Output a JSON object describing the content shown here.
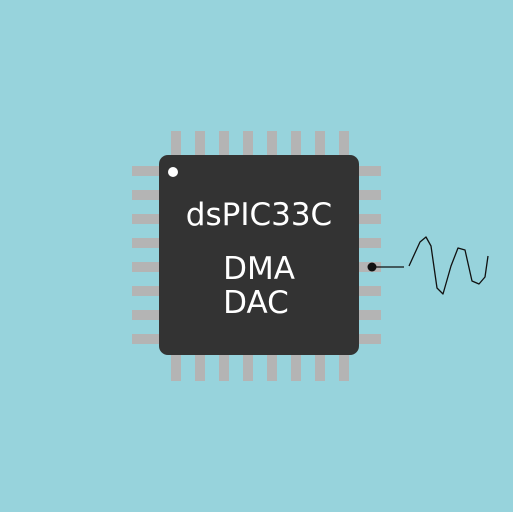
{
  "chip": {
    "part_number": "dsPIC33C",
    "peripherals": [
      "DMA",
      "DAC"
    ]
  },
  "colors": {
    "background": "#97d3dc",
    "chip_body": "#333333",
    "pins": "#b4b4b4",
    "pin1_marker": "#ffffff",
    "signal": "#111111"
  },
  "icons": {
    "pin1_marker": "pin1-dot-icon",
    "output_node": "output-node-icon",
    "signal": "waveform-icon"
  }
}
